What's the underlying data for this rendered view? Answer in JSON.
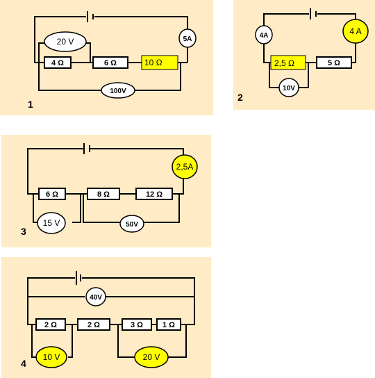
{
  "colors": {
    "panel_background": "#ffebc5",
    "highlight_yellow": "#ffff00",
    "white": "#ffffff",
    "wire": "#000000"
  },
  "circuits": [
    {
      "number": "1",
      "resistors": [
        "4 Ω",
        "6 Ω",
        "10 Ω"
      ],
      "meters": [
        "20 V",
        "5A",
        "100V"
      ]
    },
    {
      "number": "2",
      "resistors": [
        "2,5 Ω",
        "5 Ω"
      ],
      "meters": [
        "4A",
        "4 A",
        "10V"
      ]
    },
    {
      "number": "3",
      "resistors": [
        "6 Ω",
        "8 Ω",
        "12 Ω"
      ],
      "meters": [
        "2,5A",
        "15 V",
        "50V"
      ]
    },
    {
      "number": "4",
      "resistors": [
        "2 Ω",
        "2 Ω",
        "3 Ω",
        "1 Ω"
      ],
      "meters": [
        "40V",
        "10 V",
        "20 V"
      ]
    }
  ]
}
